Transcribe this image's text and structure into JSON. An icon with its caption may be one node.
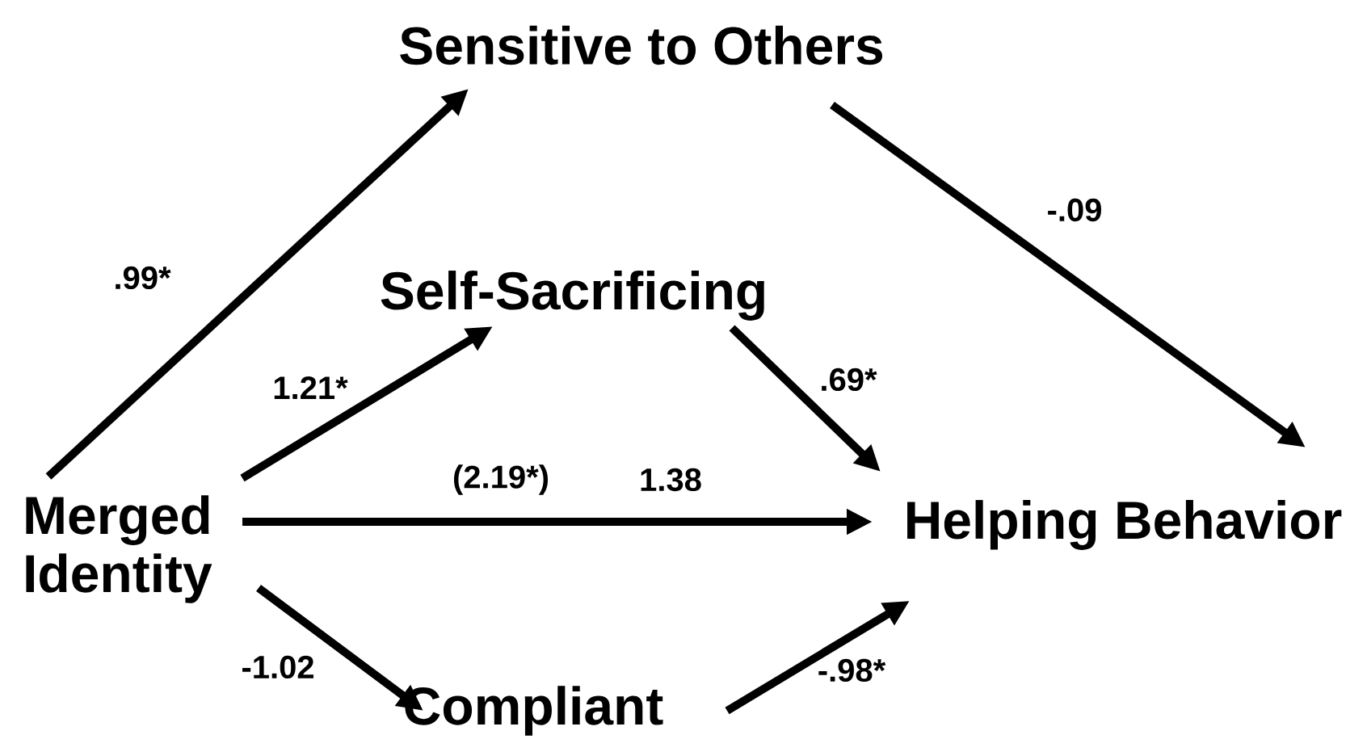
{
  "diagram": {
    "nodes": [
      {
        "text": [
          "Sensitive to Others"
        ]
      },
      {
        "text": [
          "Self-Sacrificing"
        ]
      },
      {
        "text": [
          "Merged Identity"
        ]
      },
      {
        "text": [
          "Helping Behavior"
        ]
      },
      {
        "text": [
          "Compliant"
        ]
      }
    ],
    "edges": [
      {
        "from": 2,
        "to": 0,
        "arrow": "to",
        "label": ".99*"
      },
      {
        "from": 0,
        "to": 3,
        "arrow": "to",
        "label": "-.09"
      },
      {
        "from": 2,
        "to": 1,
        "arrow": "to",
        "label": "1.21*"
      },
      {
        "from": 1,
        "to": 3,
        "arrow": "to",
        "label": ".69*"
      },
      {
        "from": 2,
        "to": 3,
        "arrow": "to",
        "label": "1.38"
      },
      {
        "from": 2,
        "to": 4,
        "arrow": "to",
        "label": "-1.02"
      },
      {
        "from": 4,
        "to": 3,
        "arrow": "to",
        "label": "-.98*"
      }
    ],
    "labels": [
      "(2.19*)"
    ]
  }
}
